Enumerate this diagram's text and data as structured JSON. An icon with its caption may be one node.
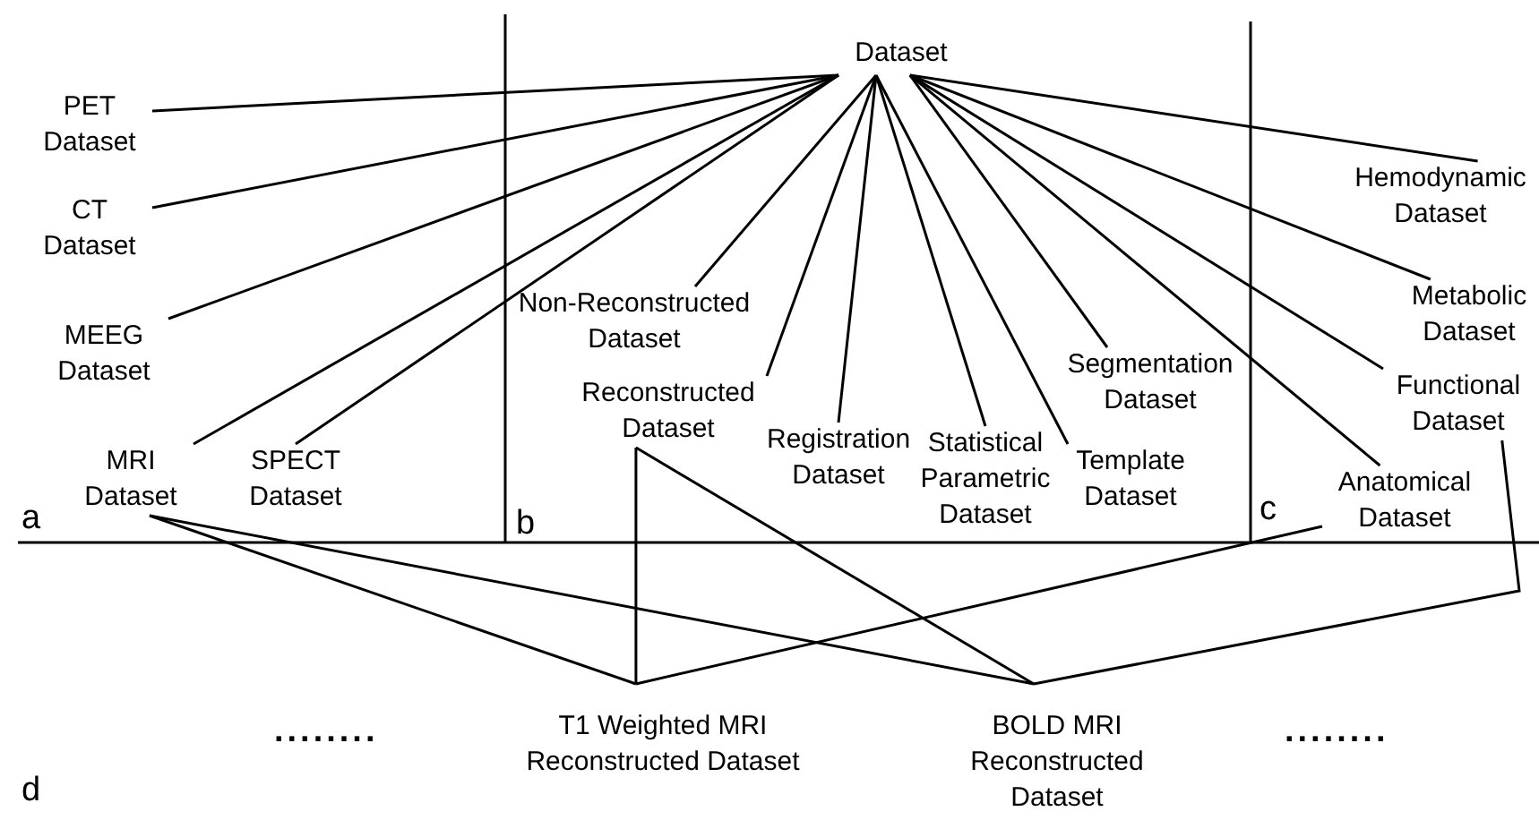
{
  "diagram": {
    "nodes": [
      {
        "text": [
          "Dataset"
        ]
      },
      {
        "text": [
          "PET Dataset"
        ]
      },
      {
        "text": [
          "CT Dataset"
        ]
      },
      {
        "text": [
          "MEEG Dataset"
        ]
      },
      {
        "text": [
          "MRI Dataset"
        ]
      },
      {
        "text": [
          "SPECT Dataset"
        ]
      },
      {
        "text": [
          "Non-Reconstructed Dataset"
        ]
      },
      {
        "text": [
          "Reconstructed Dataset"
        ]
      },
      {
        "text": [
          "Registration Dataset"
        ]
      },
      {
        "text": [
          "Statistical Parametric Dataset"
        ]
      },
      {
        "text": [
          "Template Dataset"
        ]
      },
      {
        "text": [
          "Segmentation Dataset"
        ]
      },
      {
        "text": [
          "Hemodynamic Dataset"
        ]
      },
      {
        "text": [
          "Metabolic Dataset"
        ]
      },
      {
        "text": [
          "Functional Dataset"
        ]
      },
      {
        "text": [
          "Anatomical Dataset"
        ]
      },
      {
        "text": [
          "T1 Weighted MRI Reconstructed Dataset"
        ]
      },
      {
        "text": [
          "BOLD MRI Reconstructed Dataset"
        ]
      }
    ],
    "edges": [
      {
        "from": 0,
        "to": 1,
        "arrow": "none"
      },
      {
        "from": 0,
        "to": 2,
        "arrow": "none"
      },
      {
        "from": 0,
        "to": 3,
        "arrow": "none"
      },
      {
        "from": 0,
        "to": 4,
        "arrow": "none"
      },
      {
        "from": 0,
        "to": 5,
        "arrow": "none"
      },
      {
        "from": 0,
        "to": 6,
        "arrow": "none"
      },
      {
        "from": 0,
        "to": 7,
        "arrow": "none"
      },
      {
        "from": 0,
        "to": 8,
        "arrow": "none"
      },
      {
        "from": 0,
        "to": 9,
        "arrow": "none"
      },
      {
        "from": 0,
        "to": 10,
        "arrow": "none"
      },
      {
        "from": 0,
        "to": 11,
        "arrow": "none"
      },
      {
        "from": 0,
        "to": 12,
        "arrow": "none"
      },
      {
        "from": 0,
        "to": 13,
        "arrow": "none"
      },
      {
        "from": 0,
        "to": 14,
        "arrow": "none"
      },
      {
        "from": 0,
        "to": 15,
        "arrow": "none"
      },
      {
        "from": 4,
        "to": 16,
        "arrow": "none"
      },
      {
        "from": 7,
        "to": 16,
        "arrow": "none"
      },
      {
        "from": 15,
        "to": 16,
        "arrow": "none"
      },
      {
        "from": 4,
        "to": 17,
        "arrow": "none"
      },
      {
        "from": 7,
        "to": 17,
        "arrow": "none"
      },
      {
        "from": 14,
        "to": 17,
        "arrow": "none"
      }
    ],
    "labels": [
      "a",
      "b",
      "c",
      "........",
      "........",
      "d"
    ]
  }
}
